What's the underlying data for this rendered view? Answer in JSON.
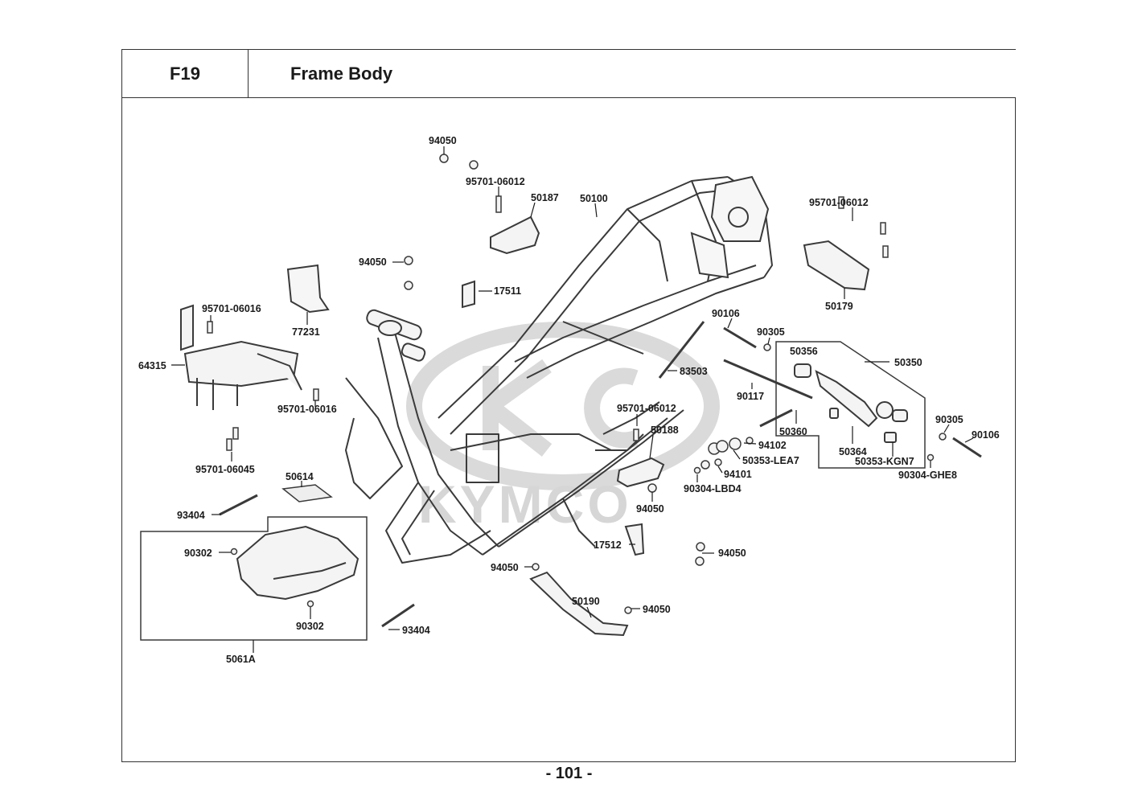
{
  "section": {
    "code": "F19",
    "title": "Frame Body"
  },
  "watermark": "KYMCO",
  "callouts": {
    "c94050_top": "94050",
    "c95701_06012_a": "95701-06012",
    "c50187": "50187",
    "c50100": "50100",
    "c95701_06012_b": "95701-06012",
    "c94050_mid": "94050",
    "c17511": "17511",
    "c50179": "50179",
    "c95701_06016_a": "95701-06016",
    "c77231": "77231",
    "c90106_a": "90106",
    "c90305_a": "90305",
    "c64315": "64315",
    "c50356": "50356",
    "c50350": "50350",
    "c83503": "83503",
    "c90117": "90117",
    "c95701_06016_b": "95701-06016",
    "c95701_06012_c": "95701-06012",
    "c50188": "50188",
    "c50360": "50360",
    "c90305_b": "90305",
    "c90106_b": "90106",
    "c94102": "94102",
    "c50364": "50364",
    "c50353_kgn7": "50353-KGN7",
    "c50353_lea7": "50353-LEA7",
    "c95701_06045": "95701-06045",
    "c94101": "94101",
    "c90304_ghe8": "90304-GHE8",
    "c50614": "50614",
    "c90304_lbd4": "90304-LBD4",
    "c93404_a": "93404",
    "c94050_b": "94050",
    "c90302_a": "90302",
    "c17512": "17512",
    "c94050_c": "94050",
    "c94050_d": "94050",
    "c50190": "50190",
    "c94050_e": "94050",
    "c90302_b": "90302",
    "c93404_b": "93404",
    "c5061a": "5061A"
  },
  "page_number": "- 101 -"
}
